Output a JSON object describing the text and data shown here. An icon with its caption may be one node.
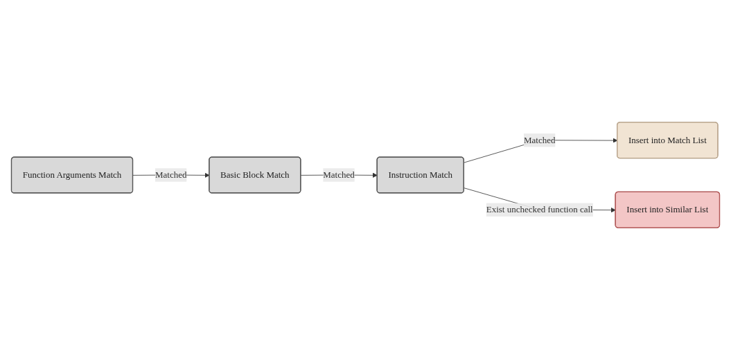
{
  "diagram": {
    "nodes": [
      {
        "text": [
          "Function Arguments Match"
        ]
      },
      {
        "text": [
          "Basic Block Match"
        ]
      },
      {
        "text": [
          "Instruction Match"
        ]
      },
      {
        "text": [
          "Insert into Match List"
        ]
      },
      {
        "text": [
          "Insert into Similar List"
        ]
      }
    ],
    "edges": [
      {
        "from": 0,
        "to": 1,
        "arrow": "to",
        "label": "Matched"
      },
      {
        "from": 1,
        "to": 2,
        "arrow": "to",
        "label": "Matched"
      },
      {
        "from": 2,
        "to": 3,
        "arrow": "to",
        "label": "Matched"
      },
      {
        "from": 2,
        "to": 4,
        "arrow": "to",
        "label": "Exist unchecked function call"
      }
    ]
  }
}
